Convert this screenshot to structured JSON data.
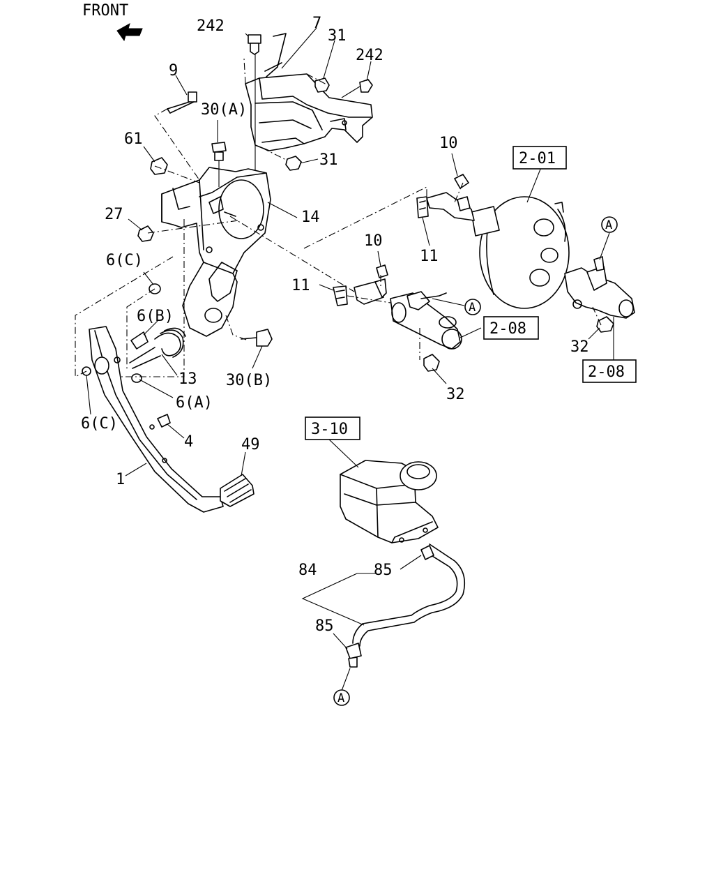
{
  "front_label": "FRONT",
  "callouts": {
    "c242a": "242",
    "c7": "7",
    "c31a": "31",
    "c242b": "242",
    "c9": "9",
    "c30a": "30(A)",
    "c61": "61",
    "c31b": "31",
    "c14": "14",
    "c27": "27",
    "c6c_top": "6(C)",
    "c6b": "6(B)",
    "c13": "13",
    "c6a": "6(A)",
    "c6c_bot": "6(C)",
    "c4": "4",
    "c49": "49",
    "c1": "1",
    "c30b": "30(B)",
    "c10a": "10",
    "c11a": "11",
    "c10b": "10",
    "c11b": "11",
    "c32a": "32",
    "c32b": "32",
    "c84": "84",
    "c85a": "85",
    "c85b": "85"
  },
  "ref_boxes": {
    "r201": "2-01",
    "r208a": "2-08",
    "r208b": "2-08",
    "r310": "3-10"
  },
  "connectors": {
    "a1": "A",
    "a2": "A",
    "a3": "A"
  }
}
